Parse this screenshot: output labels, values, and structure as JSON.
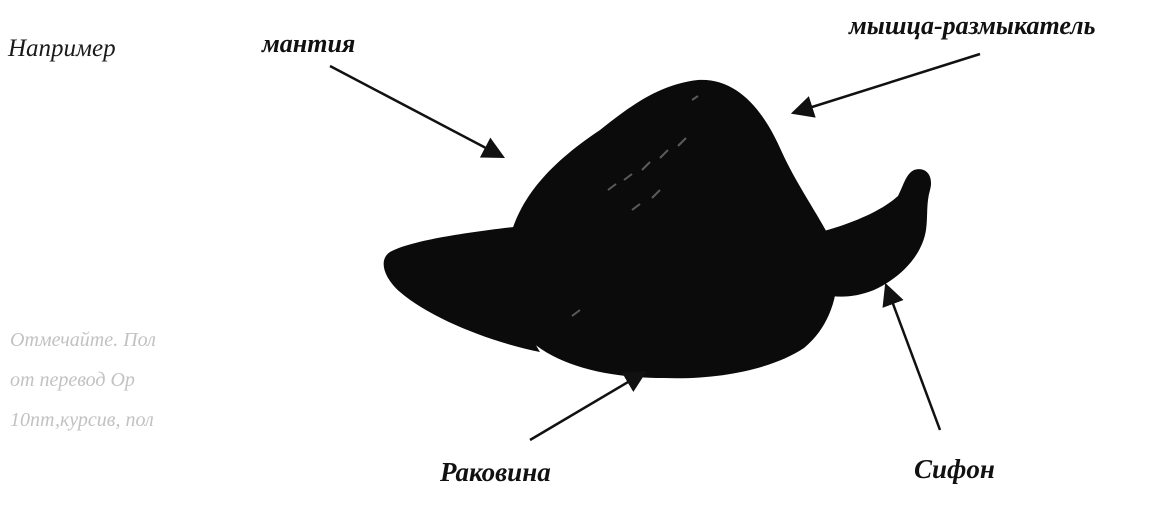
{
  "labels": {
    "example": "Например",
    "mantle": "мантия",
    "adductor_muscle": "мышца-размыкатель",
    "shell": "Раковина",
    "siphon": "Сифон"
  },
  "colors": {
    "ink": "#111111",
    "mollusk_fill": "#0b0b0b",
    "faded_text": "#c2c2c2"
  }
}
